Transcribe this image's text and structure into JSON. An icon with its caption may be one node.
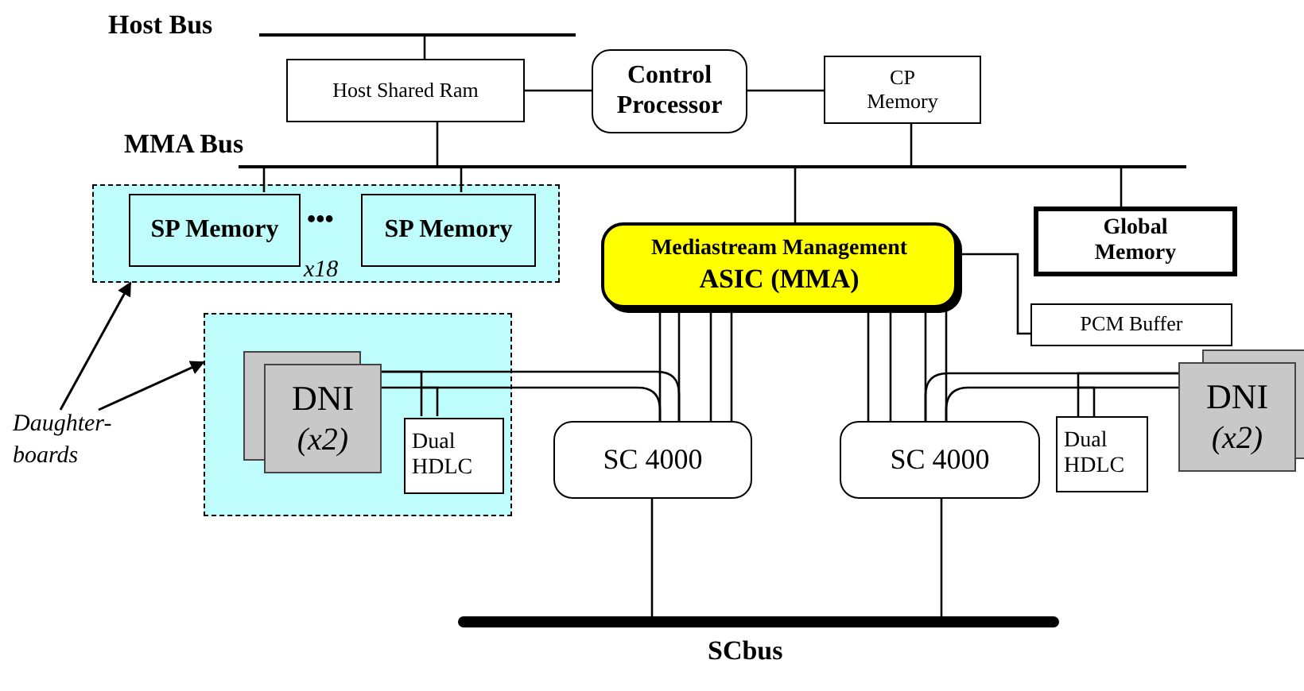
{
  "diagram": {
    "nodes": [
      {
        "text": [
          "Host Bus"
        ]
      },
      {
        "text": [
          "Host Shared  Ram"
        ]
      },
      {
        "text": [
          "Control Processor"
        ]
      },
      {
        "text": [
          "CP Memory"
        ]
      },
      {
        "text": [
          "MMA Bus"
        ]
      },
      {
        "text": [],
        "shape": "box"
      },
      {
        "text": [
          "SP Memory"
        ],
        "in": 5
      },
      {
        "text": [
          "SP Memory"
        ],
        "in": 5
      },
      {
        "text": [
          "Mediastream Management",
          "ASIC (MMA)"
        ]
      },
      {
        "text": [
          "Global Memory"
        ]
      },
      {
        "text": [
          "PCM Buffer"
        ]
      },
      {
        "text": [],
        "shape": "box"
      },
      {
        "text": [
          "DNI",
          "(x2)"
        ],
        "in": 11
      },
      {
        "text": [
          "Dual HDLC"
        ],
        "in": 11
      },
      {
        "text": [
          "SC 4000"
        ]
      },
      {
        "text": [
          "SC 4000"
        ]
      },
      {
        "text": [
          "Dual HDLC"
        ]
      },
      {
        "text": [
          "DNI",
          "(x2)"
        ]
      },
      {
        "text": [
          "SCbus"
        ]
      },
      {
        "text": [
          "Daughter- boards"
        ]
      }
    ],
    "edges": [
      {
        "from": 0,
        "to": 1,
        "arrow": "none"
      },
      {
        "from": 1,
        "to": 2,
        "arrow": "none"
      },
      {
        "from": 2,
        "to": 3,
        "arrow": "none"
      },
      {
        "from": 1,
        "to": 4,
        "arrow": "none"
      },
      {
        "from": 3,
        "to": 4,
        "arrow": "none"
      },
      {
        "from": 4,
        "to": 6,
        "arrow": "none"
      },
      {
        "from": 4,
        "to": 7,
        "arrow": "none"
      },
      {
        "from": 4,
        "to": 8,
        "arrow": "none"
      },
      {
        "from": 4,
        "to": 9,
        "arrow": "none"
      },
      {
        "from": 8,
        "to": 10,
        "arrow": "none"
      },
      {
        "from": 8,
        "to": 14,
        "arrow": "none"
      },
      {
        "from": 8,
        "to": 15,
        "arrow": "none"
      },
      {
        "from": 12,
        "to": 14,
        "arrow": "none"
      },
      {
        "from": 13,
        "to": 12,
        "arrow": "none"
      },
      {
        "from": 17,
        "to": 15,
        "arrow": "none"
      },
      {
        "from": 16,
        "to": 17,
        "arrow": "none"
      },
      {
        "from": 14,
        "to": 18,
        "arrow": "none"
      },
      {
        "from": 15,
        "to": 18,
        "arrow": "none"
      },
      {
        "from": 19,
        "to": 5,
        "arrow": "to"
      },
      {
        "from": 19,
        "to": 11,
        "arrow": "to"
      }
    ],
    "labels": [
      "•••",
      "x18"
    ]
  }
}
